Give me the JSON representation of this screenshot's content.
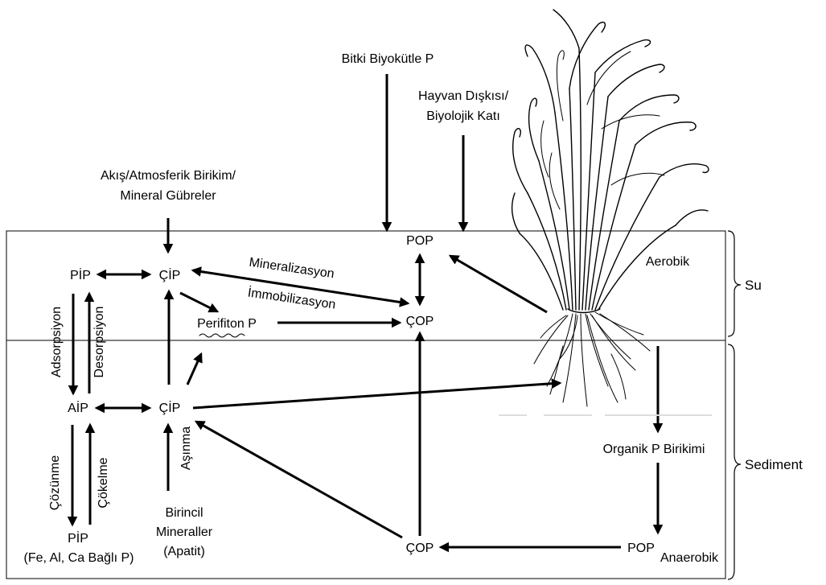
{
  "labels": {
    "plant_biomass": "Bitki Biyokütle P",
    "animal_waste_1": "Hayvan Dışkısı/",
    "animal_waste_2": "Biyolojik Katı",
    "inputs_1": "Akış/Atmosferik Birikim/",
    "inputs_2": "Mineral Gübreler",
    "water_pip": "PİP",
    "water_cip": "ÇİP",
    "water_pop": "POP",
    "water_cop": "ÇOP",
    "periphyton": "Perifiton P",
    "mineralization": "Mineralizasyon",
    "immobilization": "İmmobilizasyon",
    "adsorption": "Adsorpsiyon",
    "desorption": "Desorpsiyon",
    "sed_aip": "AİP",
    "sed_cip": "ÇİP",
    "dissolution": "Çözünme",
    "precipitation": "Çökelme",
    "weathering": "Aşınma",
    "sed_pip": "PİP",
    "sed_pip_sub": "(Fe, Al, Ca Bağlı P)",
    "primary_1": "Birincil",
    "primary_2": "Mineraller",
    "primary_3": "(Apatit)",
    "sed_cop": "ÇOP",
    "sed_pop": "POP",
    "organic_accum": "Organik P Birikimi",
    "aerobic": "Aerobik",
    "anaerobic": "Anaerobik",
    "water_zone": "Su",
    "sediment_zone": "Sediment"
  }
}
